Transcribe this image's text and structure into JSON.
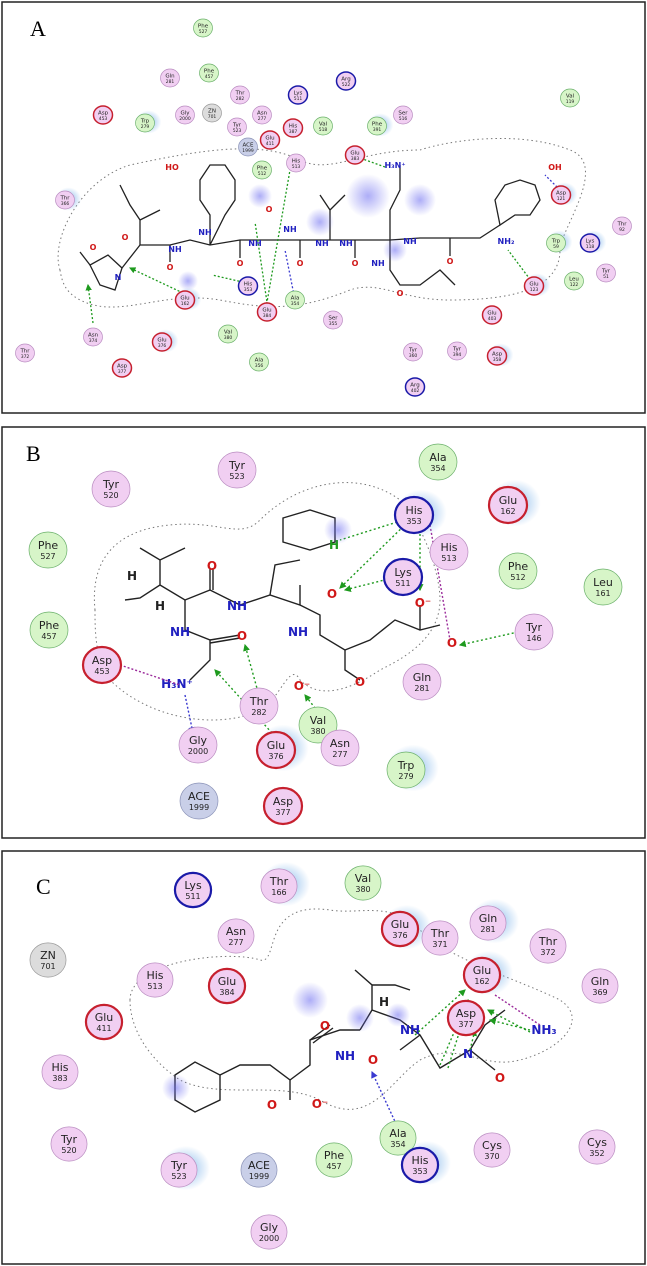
{
  "colors": {
    "green_fill": "#d7f5c8",
    "green_stroke": "#6ab06a",
    "pink_fill": "#f1cff2",
    "pink_stroke": "#b98cc0",
    "blue_fill": "#c9cfe8",
    "blue_stroke": "#8b93b8",
    "grey_fill": "#dcdcdc",
    "grey_stroke": "#999999",
    "red_ring": "#c6202e",
    "blue_ring": "#1a1aa8",
    "halo": "#7fb4ea",
    "hbond": "#1e9a1e",
    "salt": "#9b2b9b",
    "backbone_blue": "#3a3ad0",
    "oxygen": "#d01818",
    "nitrogen": "#2020c0"
  },
  "panels": [
    {
      "label": "A",
      "residues": [
        {
          "name": "Phe",
          "num": "527",
          "type": "green"
        },
        {
          "name": "Gln",
          "num": "281",
          "type": "pink"
        },
        {
          "name": "Phe",
          "num": "457",
          "type": "green"
        },
        {
          "name": "Thr",
          "num": "282",
          "type": "pink"
        },
        {
          "name": "Lys",
          "num": "511",
          "type": "pink",
          "ring": "blue"
        },
        {
          "name": "Arg",
          "num": "522",
          "type": "pink",
          "ring": "blue"
        },
        {
          "name": "Val",
          "num": "119",
          "type": "green"
        },
        {
          "name": "Asp",
          "num": "453",
          "type": "pink",
          "ring": "red"
        },
        {
          "name": "Trp",
          "num": "279",
          "type": "green"
        },
        {
          "name": "Gly",
          "num": "2000",
          "type": "pink"
        },
        {
          "name": "ZN",
          "num": "701",
          "type": "grey"
        },
        {
          "name": "Asn",
          "num": "277",
          "type": "pink"
        },
        {
          "name": "Tyr",
          "num": "523",
          "type": "pink"
        },
        {
          "name": "ACE",
          "num": "1999",
          "type": "blue"
        },
        {
          "name": "Glu",
          "num": "411",
          "type": "pink",
          "ring": "red"
        },
        {
          "name": "His",
          "num": "387",
          "type": "pink",
          "ring": "red"
        },
        {
          "name": "Val",
          "num": "518",
          "type": "green"
        },
        {
          "name": "Phe",
          "num": "391",
          "type": "green"
        },
        {
          "name": "Ser",
          "num": "516",
          "type": "pink"
        },
        {
          "name": "Phe",
          "num": "512",
          "type": "green"
        },
        {
          "name": "His",
          "num": "513",
          "type": "pink"
        },
        {
          "name": "Glu",
          "num": "383",
          "type": "pink",
          "ring": "red"
        },
        {
          "name": "Asp",
          "num": "121",
          "type": "pink",
          "ring": "red"
        },
        {
          "name": "Thr",
          "num": "366",
          "type": "pink"
        },
        {
          "name": "Thr",
          "num": "92",
          "type": "pink"
        },
        {
          "name": "Trp",
          "num": "59",
          "type": "green"
        },
        {
          "name": "Lys",
          "num": "118",
          "type": "pink",
          "ring": "blue"
        },
        {
          "name": "Glu",
          "num": "162",
          "type": "pink",
          "ring": "red"
        },
        {
          "name": "His",
          "num": "353",
          "type": "pink",
          "ring": "blue"
        },
        {
          "name": "Glu",
          "num": "384",
          "type": "pink",
          "ring": "red"
        },
        {
          "name": "Ala",
          "num": "354",
          "type": "green"
        },
        {
          "name": "Leu",
          "num": "122",
          "type": "green"
        },
        {
          "name": "Tyr",
          "num": "51",
          "type": "pink"
        },
        {
          "name": "Glu",
          "num": "123",
          "type": "pink",
          "ring": "red"
        },
        {
          "name": "Asn",
          "num": "374",
          "type": "pink"
        },
        {
          "name": "Val",
          "num": "380",
          "type": "green"
        },
        {
          "name": "Ser",
          "num": "355",
          "type": "pink"
        },
        {
          "name": "Glu",
          "num": "403",
          "type": "pink",
          "ring": "red"
        },
        {
          "name": "Glu",
          "num": "376",
          "type": "pink",
          "ring": "red"
        },
        {
          "name": "Thr",
          "num": "372",
          "type": "pink"
        },
        {
          "name": "Asp",
          "num": "377",
          "type": "pink",
          "ring": "red"
        },
        {
          "name": "Ala",
          "num": "356",
          "type": "green"
        },
        {
          "name": "Tyr",
          "num": "360",
          "type": "pink"
        },
        {
          "name": "Tyr",
          "num": "394",
          "type": "pink"
        },
        {
          "name": "Asp",
          "num": "358",
          "type": "pink",
          "ring": "red"
        },
        {
          "name": "Arg",
          "num": "402",
          "type": "pink",
          "ring": "blue"
        }
      ],
      "atoms": [
        "HO",
        "OH",
        "NH",
        "N",
        "NH",
        "NH",
        "NH",
        "NH",
        "NH",
        "NH",
        "NH",
        "NH₂",
        "O",
        "O",
        "O",
        "O",
        "O",
        "O",
        "O",
        "O",
        "O",
        "H₃N⁺"
      ]
    },
    {
      "label": "B",
      "residues": [
        {
          "name": "Tyr",
          "num": "523",
          "type": "pink"
        },
        {
          "name": "Ala",
          "num": "354",
          "type": "green"
        },
        {
          "name": "Tyr",
          "num": "520",
          "type": "pink"
        },
        {
          "name": "His",
          "num": "353",
          "type": "pink",
          "ring": "blue"
        },
        {
          "name": "Glu",
          "num": "162",
          "type": "pink",
          "ring": "red"
        },
        {
          "name": "His",
          "num": "513",
          "type": "pink"
        },
        {
          "name": "Phe",
          "num": "527",
          "type": "green"
        },
        {
          "name": "Lys",
          "num": "511",
          "type": "pink",
          "ring": "blue"
        },
        {
          "name": "Phe",
          "num": "512",
          "type": "green"
        },
        {
          "name": "Leu",
          "num": "161",
          "type": "green"
        },
        {
          "name": "Phe",
          "num": "457",
          "type": "green"
        },
        {
          "name": "Tyr",
          "num": "146",
          "type": "pink"
        },
        {
          "name": "Asp",
          "num": "453",
          "type": "pink",
          "ring": "red"
        },
        {
          "name": "Gln",
          "num": "281",
          "type": "pink"
        },
        {
          "name": "Thr",
          "num": "282",
          "type": "pink"
        },
        {
          "name": "Val",
          "num": "380",
          "type": "green"
        },
        {
          "name": "Asn",
          "num": "277",
          "type": "pink"
        },
        {
          "name": "Gly",
          "num": "2000",
          "type": "pink"
        },
        {
          "name": "Glu",
          "num": "376",
          "type": "pink",
          "ring": "red"
        },
        {
          "name": "Trp",
          "num": "279",
          "type": "green"
        },
        {
          "name": "ACE",
          "num": "1999",
          "type": "blue"
        },
        {
          "name": "Asp",
          "num": "377",
          "type": "pink",
          "ring": "red"
        }
      ],
      "atoms": [
        "O",
        "O",
        "O",
        "O",
        "O⁻",
        "O",
        "O⁻",
        "NH",
        "NH",
        "NH",
        "H₃N⁺",
        "H",
        "H",
        "H"
      ]
    },
    {
      "label": "C",
      "residues": [
        {
          "name": "Lys",
          "num": "511",
          "type": "pink",
          "ring": "blue"
        },
        {
          "name": "Thr",
          "num": "166",
          "type": "pink"
        },
        {
          "name": "Val",
          "num": "380",
          "type": "green"
        },
        {
          "name": "Asn",
          "num": "277",
          "type": "pink"
        },
        {
          "name": "Glu",
          "num": "376",
          "type": "pink",
          "ring": "red"
        },
        {
          "name": "Thr",
          "num": "371",
          "type": "pink"
        },
        {
          "name": "Gln",
          "num": "281",
          "type": "pink"
        },
        {
          "name": "ZN",
          "num": "701",
          "type": "grey"
        },
        {
          "name": "Thr",
          "num": "372",
          "type": "pink"
        },
        {
          "name": "His",
          "num": "513",
          "type": "pink"
        },
        {
          "name": "Glu",
          "num": "384",
          "type": "pink",
          "ring": "red"
        },
        {
          "name": "Glu",
          "num": "162",
          "type": "pink",
          "ring": "red"
        },
        {
          "name": "Gln",
          "num": "369",
          "type": "pink"
        },
        {
          "name": "Glu",
          "num": "411",
          "type": "pink",
          "ring": "red"
        },
        {
          "name": "Asp",
          "num": "377",
          "type": "pink",
          "ring": "red"
        },
        {
          "name": "His",
          "num": "383",
          "type": "pink"
        },
        {
          "name": "Ala",
          "num": "354",
          "type": "green"
        },
        {
          "name": "Tyr",
          "num": "520",
          "type": "pink"
        },
        {
          "name": "Cys",
          "num": "370",
          "type": "pink"
        },
        {
          "name": "Cys",
          "num": "352",
          "type": "pink"
        },
        {
          "name": "Tyr",
          "num": "523",
          "type": "pink"
        },
        {
          "name": "ACE",
          "num": "1999",
          "type": "blue"
        },
        {
          "name": "Phe",
          "num": "457",
          "type": "green"
        },
        {
          "name": "His",
          "num": "353",
          "type": "pink",
          "ring": "blue"
        },
        {
          "name": "Gly",
          "num": "2000",
          "type": "pink"
        }
      ],
      "atoms": [
        "O",
        "O",
        "O",
        "O",
        "O⁻",
        "NH",
        "NH",
        "N",
        "NH₃",
        "H"
      ]
    }
  ]
}
